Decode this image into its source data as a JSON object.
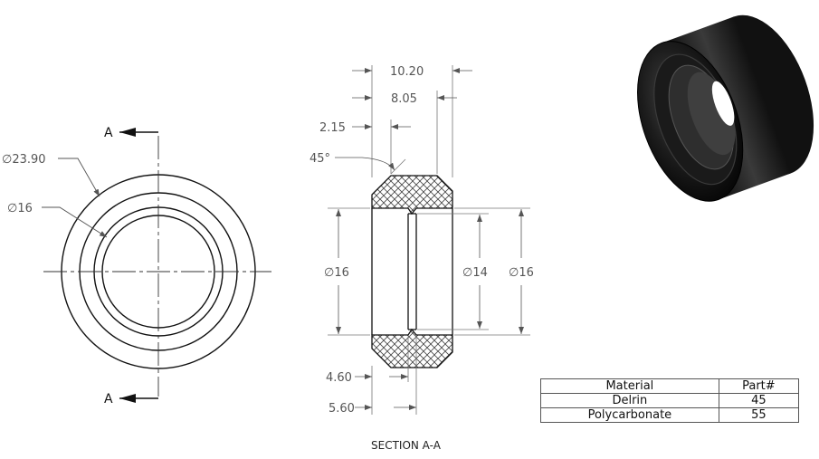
{
  "front_view": {
    "section_letter_top": "A",
    "section_letter_bottom": "A",
    "dim_outer_dia": "∅23.90",
    "dim_inner_dia": "∅16"
  },
  "section_view": {
    "dim_overall_width": "10.20",
    "dim_inner_width": "8.05",
    "dim_chamfer_offset": "2.15",
    "dim_chamfer_angle": "45°",
    "dim_left_dia": "∅16",
    "dim_bore_dia": "∅14",
    "dim_right_dia": "∅16",
    "dim_step_460": "4.60",
    "dim_step_560": "5.60",
    "caption": "SECTION A-A"
  },
  "bom_table": {
    "headers": [
      "Material",
      "Part#"
    ],
    "rows": [
      [
        "Delrin",
        "45"
      ],
      [
        "Polycarbonate",
        "55"
      ]
    ]
  }
}
